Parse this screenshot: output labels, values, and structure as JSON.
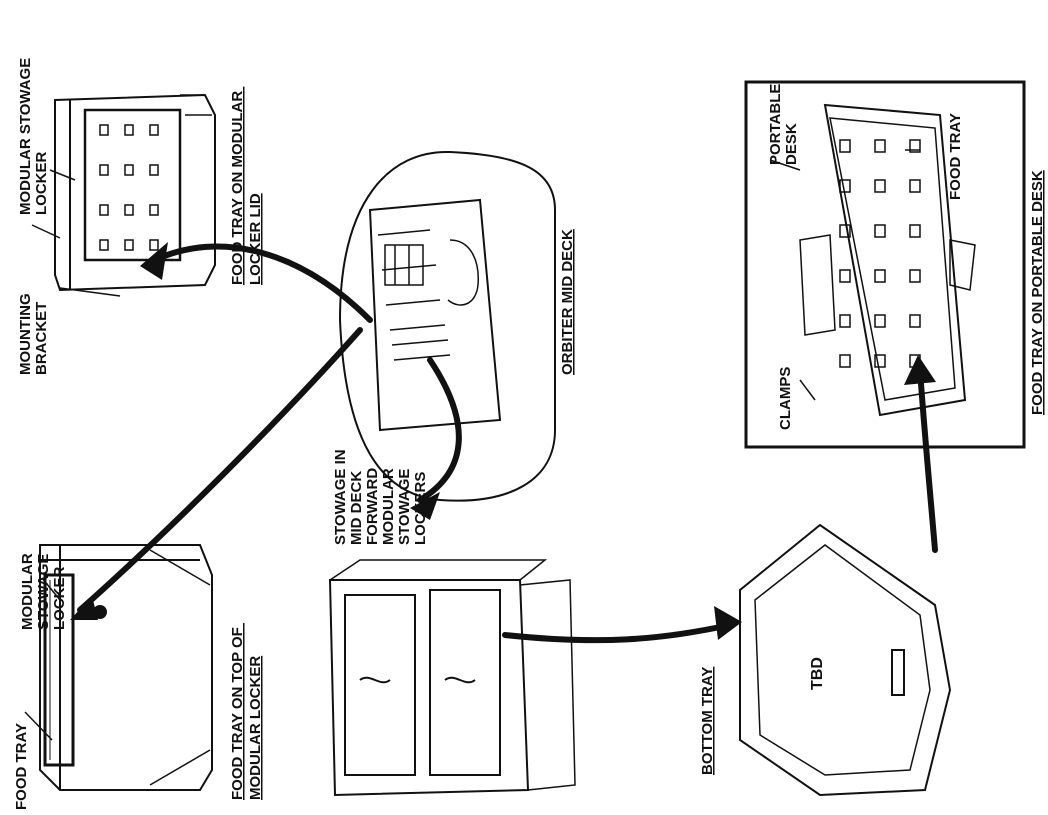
{
  "labels": {
    "food_tray_top": "FOOD TRAY",
    "modular_stowage_locker_top": [
      "MODULAR",
      "STOWAGE",
      "LOCKER"
    ],
    "caption_top_of_locker": [
      "FOOD TRAY ON TOP OF",
      "MODULAR LOCKER"
    ],
    "mounting_bracket": [
      "MOUNTING",
      "BRACKET"
    ],
    "modular_stowage_locker_lid": [
      "MODULAR STOWAGE",
      "LOCKER"
    ],
    "caption_locker_lid": [
      "FOOD TRAY ON MODULAR",
      "LOCKER LID"
    ],
    "stowage_mid_deck": [
      "STOWAGE IN",
      "MID DECK",
      "FORWARD",
      "MODULAR",
      "STOWAGE",
      "LOCKERS"
    ],
    "orbiter_mid_deck": "ORBITER MID DECK",
    "bottom_tray": "BOTTOM TRAY",
    "tbd": "TBD",
    "clamps": "CLAMPS",
    "portable_desk": [
      "PORTABLE",
      "DESK"
    ],
    "food_tray_desk": "FOOD TRAY",
    "caption_portable_desk": "FOOD TRAY ON PORTABLE DESK"
  }
}
